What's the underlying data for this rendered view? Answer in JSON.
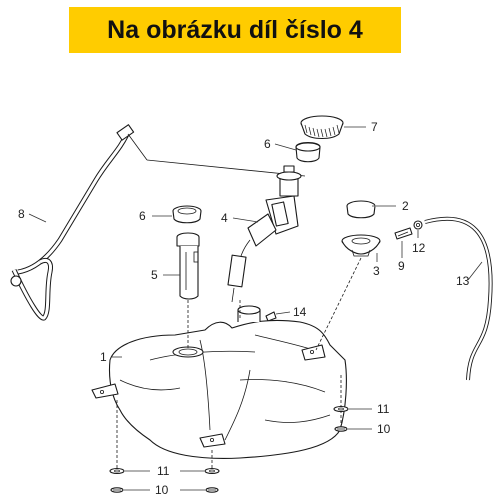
{
  "header": {
    "title": "Na obrázku díl číslo 4",
    "background": "#FFCC00"
  },
  "labels": {
    "p1": "1",
    "p2": "2",
    "p3": "3",
    "p4": "4",
    "p5": "5",
    "p6a": "6",
    "p6b": "6",
    "p7": "7",
    "p8": "8",
    "p9": "9",
    "p10a": "10",
    "p10b": "10",
    "p11a": "11",
    "p11b": "11",
    "p12": "12",
    "p13": "13",
    "p14": "14"
  },
  "icons": {
    "fuel_tank": "fuel-tank-icon",
    "fuel_pump": "fuel-pump-icon",
    "fuel_gauge": "fuel-gauge-sender-icon"
  }
}
